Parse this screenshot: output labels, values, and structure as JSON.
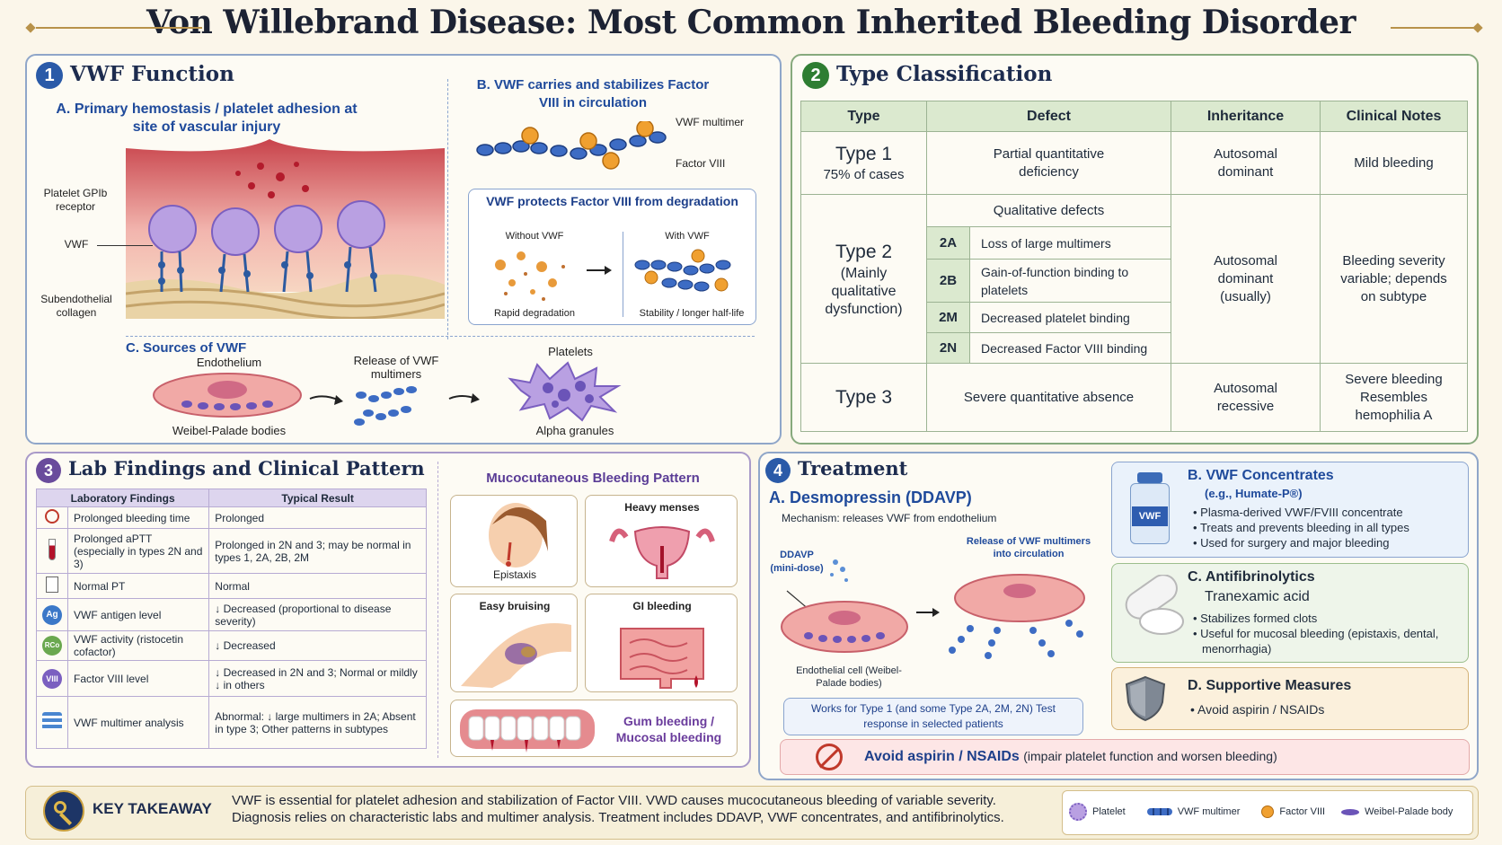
{
  "title": "Von Willebrand Disease: Most Common Inherited Bleeding Disorder",
  "colors": {
    "blue": "#2a5aa8",
    "green": "#2e7d32",
    "purple": "#6a4c9c",
    "gold": "#b8924a"
  },
  "s1": {
    "num": "1",
    "title": "VWF Function",
    "a_title": "A. Primary hemostasis / platelet adhesion at site of vascular injury",
    "lbl_platelet": "Platelet GPIb receptor",
    "lbl_vwf": "VWF",
    "lbl_collagen": "Subendothelial collagen",
    "b_title": "B. VWF carries and stabilizes Factor VIII in circulation",
    "lbl_multimer": "VWF multimer",
    "lbl_f8": "Factor VIII",
    "protect_title": "VWF protects Factor VIII from degradation",
    "without": "Without VWF",
    "with": "With VWF",
    "rapid": "Rapid degradation",
    "stability": "Stability / longer half-life",
    "c_title": "C. Sources of VWF",
    "endothelium": "Endothelium",
    "weibel": "Weibel-Palade bodies",
    "release": "Release of VWF multimers",
    "platelets": "Platelets",
    "alpha": "Alpha granules"
  },
  "s2": {
    "num": "2",
    "title": "Type Classification",
    "headers": [
      "Type",
      "Defect",
      "Inheritance",
      "Clinical Notes"
    ],
    "t1": {
      "type": "Type 1",
      "sub": "75% of cases",
      "defect": "Partial quantitative deficiency",
      "inh": "Autosomal dominant",
      "notes": "Mild bleeding"
    },
    "t2": {
      "type": "Type 2",
      "sub": "(Mainly qualitative dysfunction)",
      "defect_head": "Qualitative defects",
      "subtypes": [
        {
          "code": "2A",
          "desc": "Loss of large multimers"
        },
        {
          "code": "2B",
          "desc": "Gain-of-function binding to platelets"
        },
        {
          "code": "2M",
          "desc": "Decreased platelet binding"
        },
        {
          "code": "2N",
          "desc": "Decreased Factor VIII binding"
        }
      ],
      "inh": "Autosomal dominant (usually)",
      "notes": "Bleeding severity variable; depends on subtype"
    },
    "t3": {
      "type": "Type 3",
      "defect": "Severe quantitative absence",
      "inh": "Autosomal recessive",
      "notes": "Severe bleeding Resembles hemophilia A"
    }
  },
  "s3": {
    "num": "3",
    "title": "Lab Findings and Clinical Pattern",
    "headers": [
      "Laboratory Findings",
      "Typical Result"
    ],
    "rows": [
      {
        "icon": "stopwatch-icon",
        "finding": "Prolonged bleeding time",
        "result": "Prolonged"
      },
      {
        "icon": "test-tube-icon",
        "finding": "Prolonged aPTT (especially in types 2N and 3)",
        "result": "Prolonged in 2N and 3; may be normal in types 1, 2A, 2B, 2M"
      },
      {
        "icon": "lab-sheet-icon",
        "finding": "Normal PT",
        "result": "Normal"
      },
      {
        "icon": "ag-icon",
        "iconText": "Ag",
        "finding": "VWF antigen level",
        "result": "↓ Decreased (proportional to disease severity)"
      },
      {
        "icon": "rco-icon",
        "iconText": "RCo",
        "finding": "VWF activity (ristocetin cofactor)",
        "result": "↓ Decreased"
      },
      {
        "icon": "viii-icon",
        "iconText": "VIII",
        "finding": "Factor VIII level",
        "result": "↓ Decreased in 2N and 3; Normal or mildly ↓ in others"
      },
      {
        "icon": "multimer-gel-icon",
        "finding": "VWF multimer analysis",
        "result": "Abnormal: ↓ large multimers in 2A; Absent in type 3; Other patterns in subtypes"
      }
    ],
    "pattern_title": "Mucocutaneous Bleeding Pattern",
    "epistaxis": "Epistaxis",
    "menses": "Heavy menses",
    "bruising": "Easy bruising",
    "gi": "GI bleeding",
    "gum": "Gum bleeding / Mucosal bleeding"
  },
  "s4": {
    "num": "4",
    "title": "Treatment",
    "a_title": "A. Desmopressin (DDAVP)",
    "mechanism": "Mechanism: releases VWF from endothelium",
    "ddavp": "DDAVP (mini-dose)",
    "release": "Release of VWF multimers into circulation",
    "cell": "Endothelial cell (Weibel-Palade bodies)",
    "works": "Works for Type 1 (and some Type 2A, 2M, 2N) Test response in selected patients",
    "b_title": "B. VWF Concentrates",
    "b_sub": "(e.g., Humate-P®)",
    "vial": "VWF",
    "b_items": [
      "Plasma-derived VWF/FVIII concentrate",
      "Treats and prevents bleeding in all types",
      "Used for surgery and major bleeding"
    ],
    "c_title": "C. Antifibrinolytics",
    "c_sub": "Tranexamic acid",
    "c_items": [
      "Stabilizes formed clots",
      "Useful for mucosal bleeding (epistaxis, dental, menorrhagia)"
    ],
    "d_title": "D. Supportive Measures",
    "d_items": [
      "Avoid aspirin / NSAIDs"
    ],
    "avoid_bold": "Avoid aspirin / NSAIDs",
    "avoid_rest": "(impair platelet function and worsen bleeding)"
  },
  "key": {
    "label": "KEY TAKEAWAY",
    "text": "VWF is essential for platelet adhesion and stabilization of Factor VIII. VWD causes mucocutaneous bleeding of variable severity. Diagnosis relies on characteristic labs and multimer analysis. Treatment includes DDAVP, VWF concentrates, and antifibrinolytics.",
    "legend": [
      "Platelet",
      "VWF multimer",
      "Factor VIII",
      "Weibel-Palade body"
    ]
  }
}
